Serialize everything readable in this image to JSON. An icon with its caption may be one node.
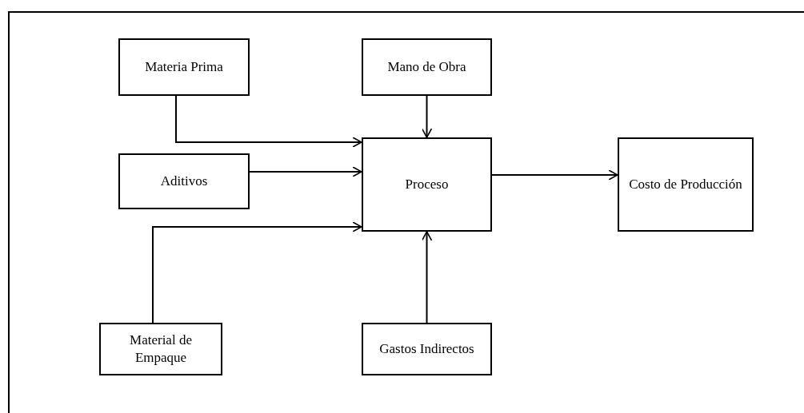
{
  "diagram": {
    "nodes": [
      {
        "text": [
          "Materia Prima"
        ]
      },
      {
        "text": [
          "Mano de Obra"
        ]
      },
      {
        "text": [
          "Aditivos"
        ]
      },
      {
        "text": [
          "Proceso"
        ]
      },
      {
        "text": [
          "Costo de Producción"
        ]
      },
      {
        "text": [
          "Material de Empaque"
        ]
      },
      {
        "text": [
          "Gastos Indirectos"
        ]
      }
    ],
    "edges": [
      {
        "from": 0,
        "to": 3,
        "arrow": "to"
      },
      {
        "from": 1,
        "to": 3,
        "arrow": "to"
      },
      {
        "from": 2,
        "to": 3,
        "arrow": "to"
      },
      {
        "from": 5,
        "to": 3,
        "arrow": "to"
      },
      {
        "from": 6,
        "to": 3,
        "arrow": "to"
      },
      {
        "from": 3,
        "to": 4,
        "arrow": "to"
      }
    ]
  }
}
